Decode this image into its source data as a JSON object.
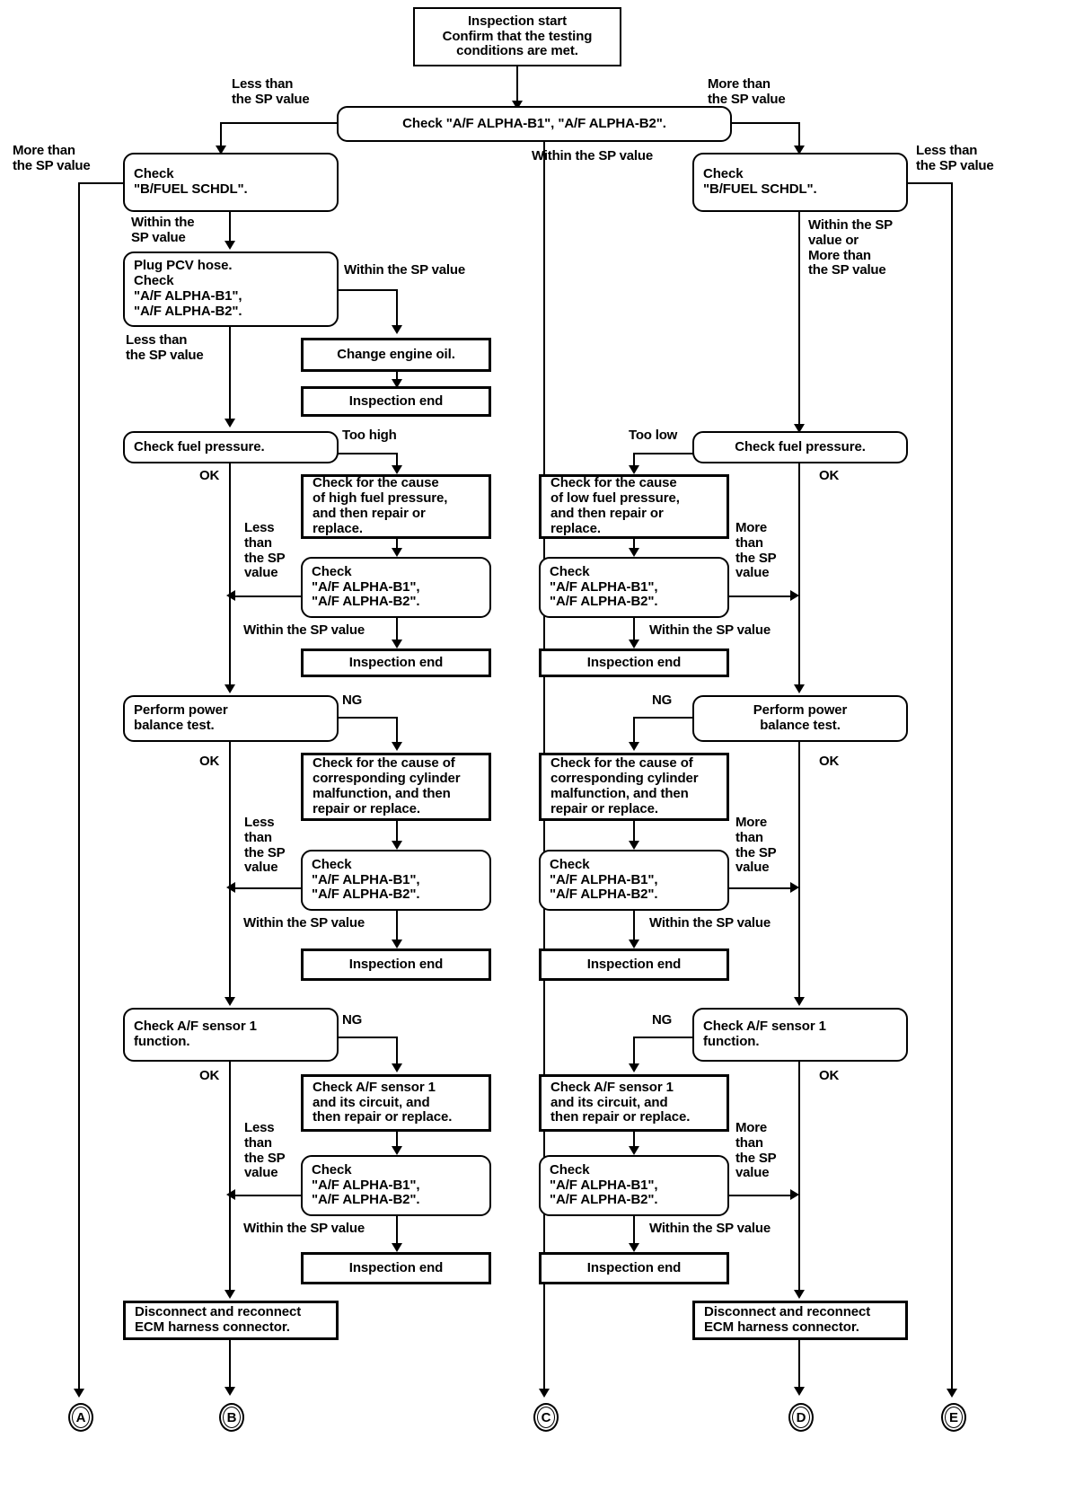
{
  "diagram": {
    "title": "A/F ALPHA diagnostic flowchart",
    "nodes": {
      "start": "Inspection start\nConfirm that the testing\nconditions are met.",
      "check_alpha_main": "Check \"A/F ALPHA-B1\", \"A/F ALPHA-B2\".",
      "check_bfuel_left": "Check\n\"B/FUEL SCHDL\".",
      "check_bfuel_right": "Check\n\"B/FUEL SCHDL\".",
      "plug_pcv": "Plug PCV hose.\nCheck\n\"A/F ALPHA-B1\",\n\"A/F ALPHA-B2\".",
      "change_oil": "Change engine oil.",
      "inspection_end": "Inspection end",
      "check_fuel_pressure_left": "Check fuel pressure.",
      "check_fuel_pressure_right": "Check fuel pressure.",
      "cause_high_fuel": "Check for the cause\nof high fuel pressure,\nand then repair or\nreplace.",
      "cause_low_fuel": "Check for the cause\nof low fuel pressure,\nand then repair or\nreplace.",
      "check_alpha": "Check\n\"A/F ALPHA-B1\",\n\"A/F ALPHA-B2\".",
      "power_balance_left": "Perform power\nbalance test.",
      "power_balance_right": "Perform power\nbalance test.",
      "cause_cylinder": "Check for the cause of\ncorresponding cylinder\nmalfunction, and then\nrepair or replace.",
      "af_sensor_function_left": "Check A/F sensor 1\nfunction.",
      "af_sensor_function_right": "Check A/F sensor 1\nfunction.",
      "af_sensor_circuit_left": "Check A/F sensor 1\nand its circuit, and\nthen repair or replace.",
      "af_sensor_circuit_right": "Check A/F sensor 1\nand its circuit, and\nthen repair or replace.",
      "ecm_harness": "Disconnect and reconnect\nECM harness connector."
    },
    "labels": {
      "less_than": "Less than\nthe SP value",
      "more_than": "More than\nthe SP value",
      "within": "Within the\nSP value",
      "within_inline": "Within the SP value",
      "within_or_more": "Within the SP\nvalue or\nMore than\nthe SP value",
      "less_than_narrow": "Less\nthan\nthe SP\nvalue",
      "more_than_narrow": "More\nthan\nthe SP\nvalue",
      "too_high": "Too high",
      "too_low": "Too low",
      "ok": "OK",
      "ng": "NG"
    },
    "connectors": [
      {
        "id": "A",
        "label": "A"
      },
      {
        "id": "B",
        "label": "B"
      },
      {
        "id": "C",
        "label": "C"
      },
      {
        "id": "D",
        "label": "D"
      },
      {
        "id": "E",
        "label": "E"
      }
    ]
  }
}
